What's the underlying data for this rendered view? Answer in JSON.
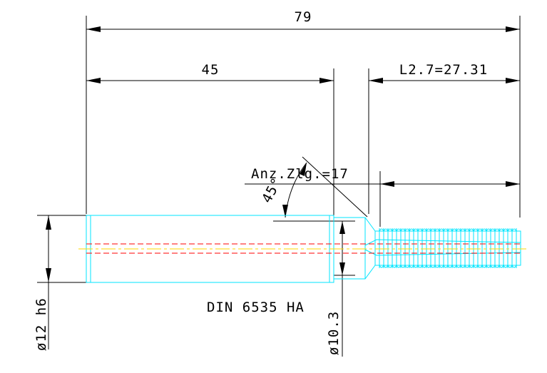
{
  "dimensions": {
    "overall_length": "79",
    "shank_length": "45",
    "thread_length": "L2.7=27.31",
    "teeth_count": "Anz.Zlg.=17",
    "chamfer_angle": "45°",
    "shank_diameter": "ø12 h6",
    "neck_diameter": "ø10.3"
  },
  "standard": "DIN 6535 HA",
  "colors": {
    "dimension": "#000000",
    "tool_outline": "#00e6ff",
    "coolant_channel": "#ff0000",
    "centerline": "#ffd700"
  }
}
